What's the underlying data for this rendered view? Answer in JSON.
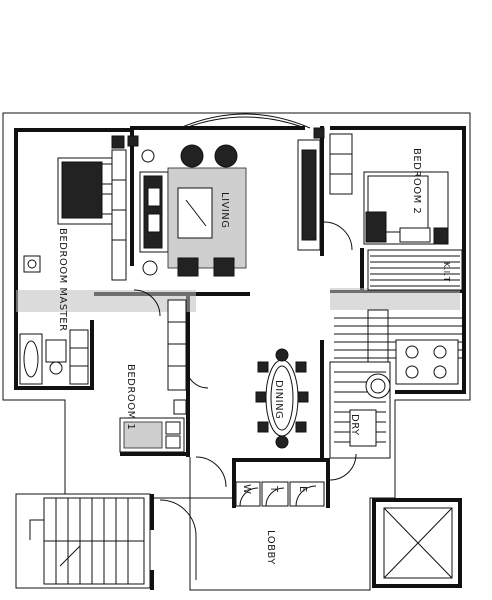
{
  "floor_plan": {
    "rooms": {
      "master_bedroom": "BEDROOM MASTER",
      "living": "LIVING",
      "bedroom_1": "BEDROOM 1",
      "bedroom_2": "BEDROOM 2",
      "dining": "DINING",
      "dry": "DRY",
      "lobby": "LOBBY",
      "kitchen": "K.I.T"
    },
    "shafts": {
      "w": "W",
      "t": "T",
      "e": "E"
    }
  }
}
